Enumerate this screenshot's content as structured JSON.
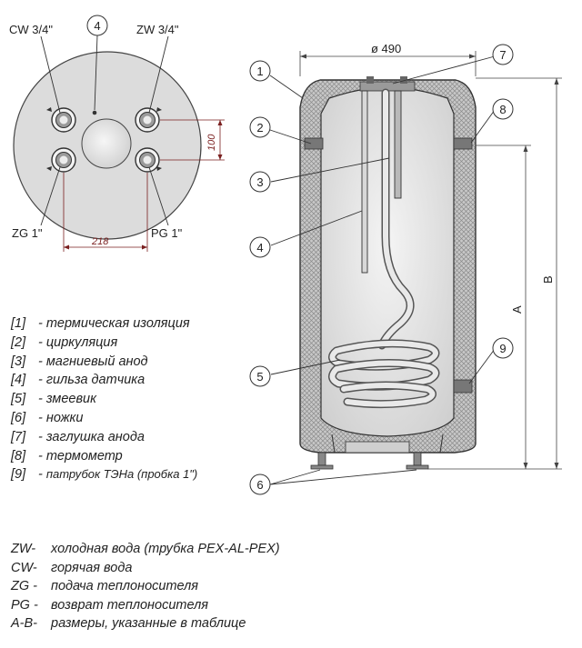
{
  "top_view": {
    "connections": {
      "cw_top_left": "CW 3/4\"",
      "zw_top_right": "ZW 3/4\"",
      "zg_bottom_left": "ZG 1\"",
      "pg_bottom_right": "PG 1\""
    },
    "callout_number": "4",
    "dimension_vertical": "100",
    "dimension_horizontal": "218"
  },
  "side_view": {
    "dimension_diameter": "ø 490",
    "dimension_a": "A",
    "dimension_b": "B",
    "callouts": [
      "1",
      "2",
      "3",
      "4",
      "5",
      "6",
      "7",
      "8",
      "9"
    ]
  },
  "legend": [
    {
      "key": "[1]",
      "text": "термическая изоляция"
    },
    {
      "key": "[2]",
      "text": "циркуляция"
    },
    {
      "key": "[3]",
      "text": "магниевый анод"
    },
    {
      "key": "[4]",
      "text": "гильза датчика"
    },
    {
      "key": "[5]",
      "text": "змеевик"
    },
    {
      "key": "[6]",
      "text": "ножки"
    },
    {
      "key": "[7]",
      "text": "заглушка анода"
    },
    {
      "key": "[8]",
      "text": "термометр"
    },
    {
      "key": "[9]",
      "text": "патрубок ТЭНа (пробка 1\")"
    }
  ],
  "abbreviations": [
    {
      "key": "ZW-",
      "text": "холодная вода (трубка PEX-AL-PEX)"
    },
    {
      "key": "CW-",
      "text": "горячая вода"
    },
    {
      "key": "ZG -",
      "text": "подача теплоносителя"
    },
    {
      "key": "PG -",
      "text": "возврат теплоносителя"
    },
    {
      "key": "A-B-",
      "text": "размеры, указанные в таблице"
    }
  ],
  "colors": {
    "line": "#333333",
    "dimension": "#7a1f1f",
    "insulation": "#bdbdbd",
    "tank_fill": "#e6e6e6"
  }
}
